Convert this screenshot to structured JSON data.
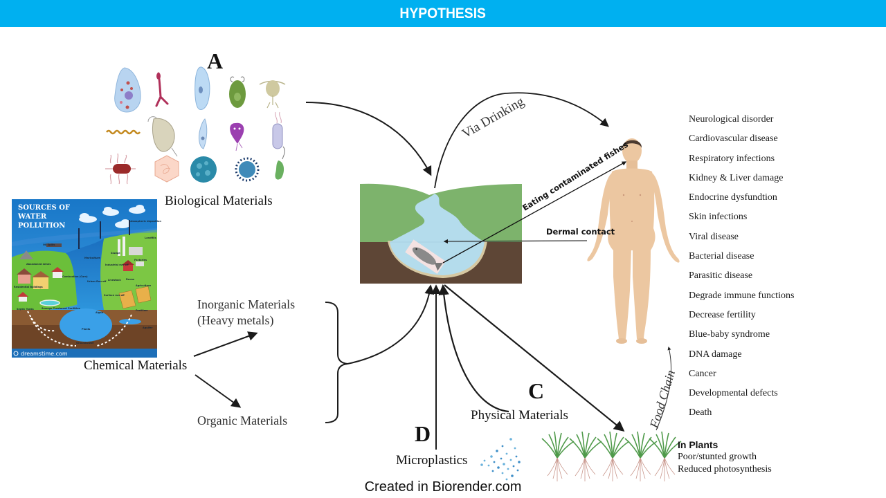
{
  "header": {
    "title": "HYPOTHESIS",
    "background_color": "#00b0f0"
  },
  "sources": {
    "biological": {
      "letter": "A",
      "label": "Biological Materials",
      "icons": [
        "amoeba-icon",
        "schistosome-icon",
        "paramecium-icon",
        "chlamydomonas-algae-icon",
        "copepod-icon",
        "spirochete-icon",
        "daphnia-icon",
        "trypanosome-icon",
        "giardia-icon",
        "flagellated-bacterium-icon",
        "fimbriated-bacillus-icon",
        "hexagonal-virus-capsid-icon",
        "spherical-virus-icon",
        "coronavirus-icon",
        "vibrio-icon"
      ]
    },
    "chemical": {
      "label": "Chemical Materials",
      "branches": [
        {
          "label_line1": "Inorganic Materials",
          "label_line2": "(Heavy metals)"
        },
        {
          "label_line1": "Organic Materials",
          "label_line2": ""
        }
      ],
      "illustration": {
        "title_lines": [
          "SOURCES OF",
          "WATER",
          "POLLUTION"
        ],
        "credit": "dreamstime.com",
        "tags": [
          "Oil Spills",
          "Mariculture",
          "Sludge",
          "Atmospheric deposition",
          "Landfills",
          "Abandoned mines",
          "Factories",
          "Industrial run-off",
          "Residential Buildings",
          "Combustion (Cars)",
          "Urban Run-off",
          "Livestock",
          "Farms",
          "Agriculture",
          "Surface run-off",
          "Sewage Treatment Facilities",
          "Septic Tanks",
          "Algae",
          "Fertilizer",
          "Plants",
          "Aquifer",
          "Groundwater"
        ]
      }
    },
    "physical": {
      "letter": "C",
      "label": "Physical Materials"
    },
    "microplastics": {
      "letter": "D",
      "label": "Microplastics"
    }
  },
  "routes": {
    "drinking": "Via Drinking",
    "eating_fish": "Eating contaminated fishes",
    "dermal": "Dermal contact",
    "food_chain": "Food Chain"
  },
  "human_effects": [
    "Neurological disorder",
    "Cardiovascular disease",
    "Respiratory infections",
    "Kidney & Liver damage",
    "Endocrine dysfundtion",
    "Skin infections",
    "Viral disease",
    "Bacterial disease",
    "Parasitic disease",
    "Degrade immune functions",
    "Decrease fertility",
    "Blue-baby syndrome",
    "DNA damage",
    "Cancer",
    "Developmental defects",
    "Death"
  ],
  "plant_effects": {
    "heading": "In Plants",
    "items": [
      "Poor/stunted growth",
      "Reduced photosynthesis"
    ]
  },
  "footer": {
    "credit": "Created in Biorender.com"
  },
  "colors": {
    "land_green": "#7db36c",
    "soil_brown": "#5e4636",
    "water_blue": "#b4dcec",
    "skin": "#ecc7a1",
    "hair": "#4a3a30"
  }
}
